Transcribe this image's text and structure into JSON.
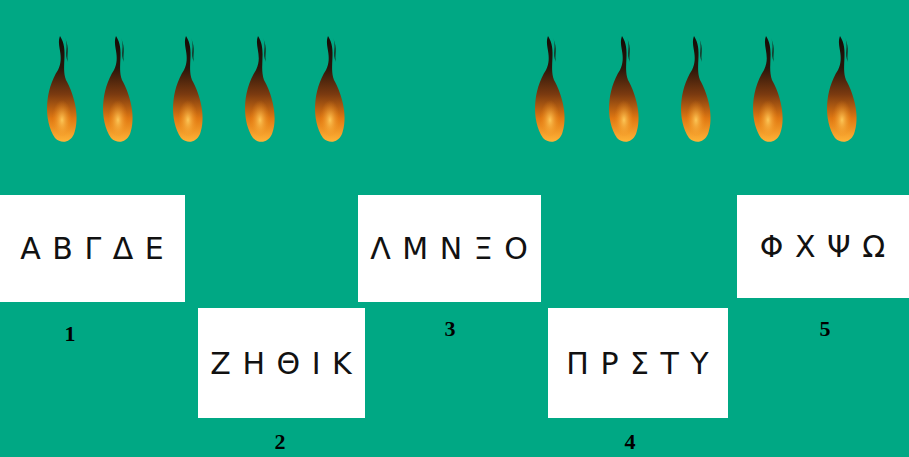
{
  "diagram": {
    "nodes": [
      {
        "text": [
          "Α Β Γ Δ Ε"
        ]
      },
      {
        "text": [
          "Ζ Η Θ Ι Κ"
        ]
      },
      {
        "text": [
          "Λ Μ Ν Ξ Ο"
        ]
      },
      {
        "text": [
          "Π Ρ Σ Τ Υ"
        ]
      },
      {
        "text": [
          "Φ Χ Ψ Ω"
        ]
      }
    ],
    "labels": [
      "1",
      "2",
      "3",
      "4",
      "5"
    ]
  }
}
